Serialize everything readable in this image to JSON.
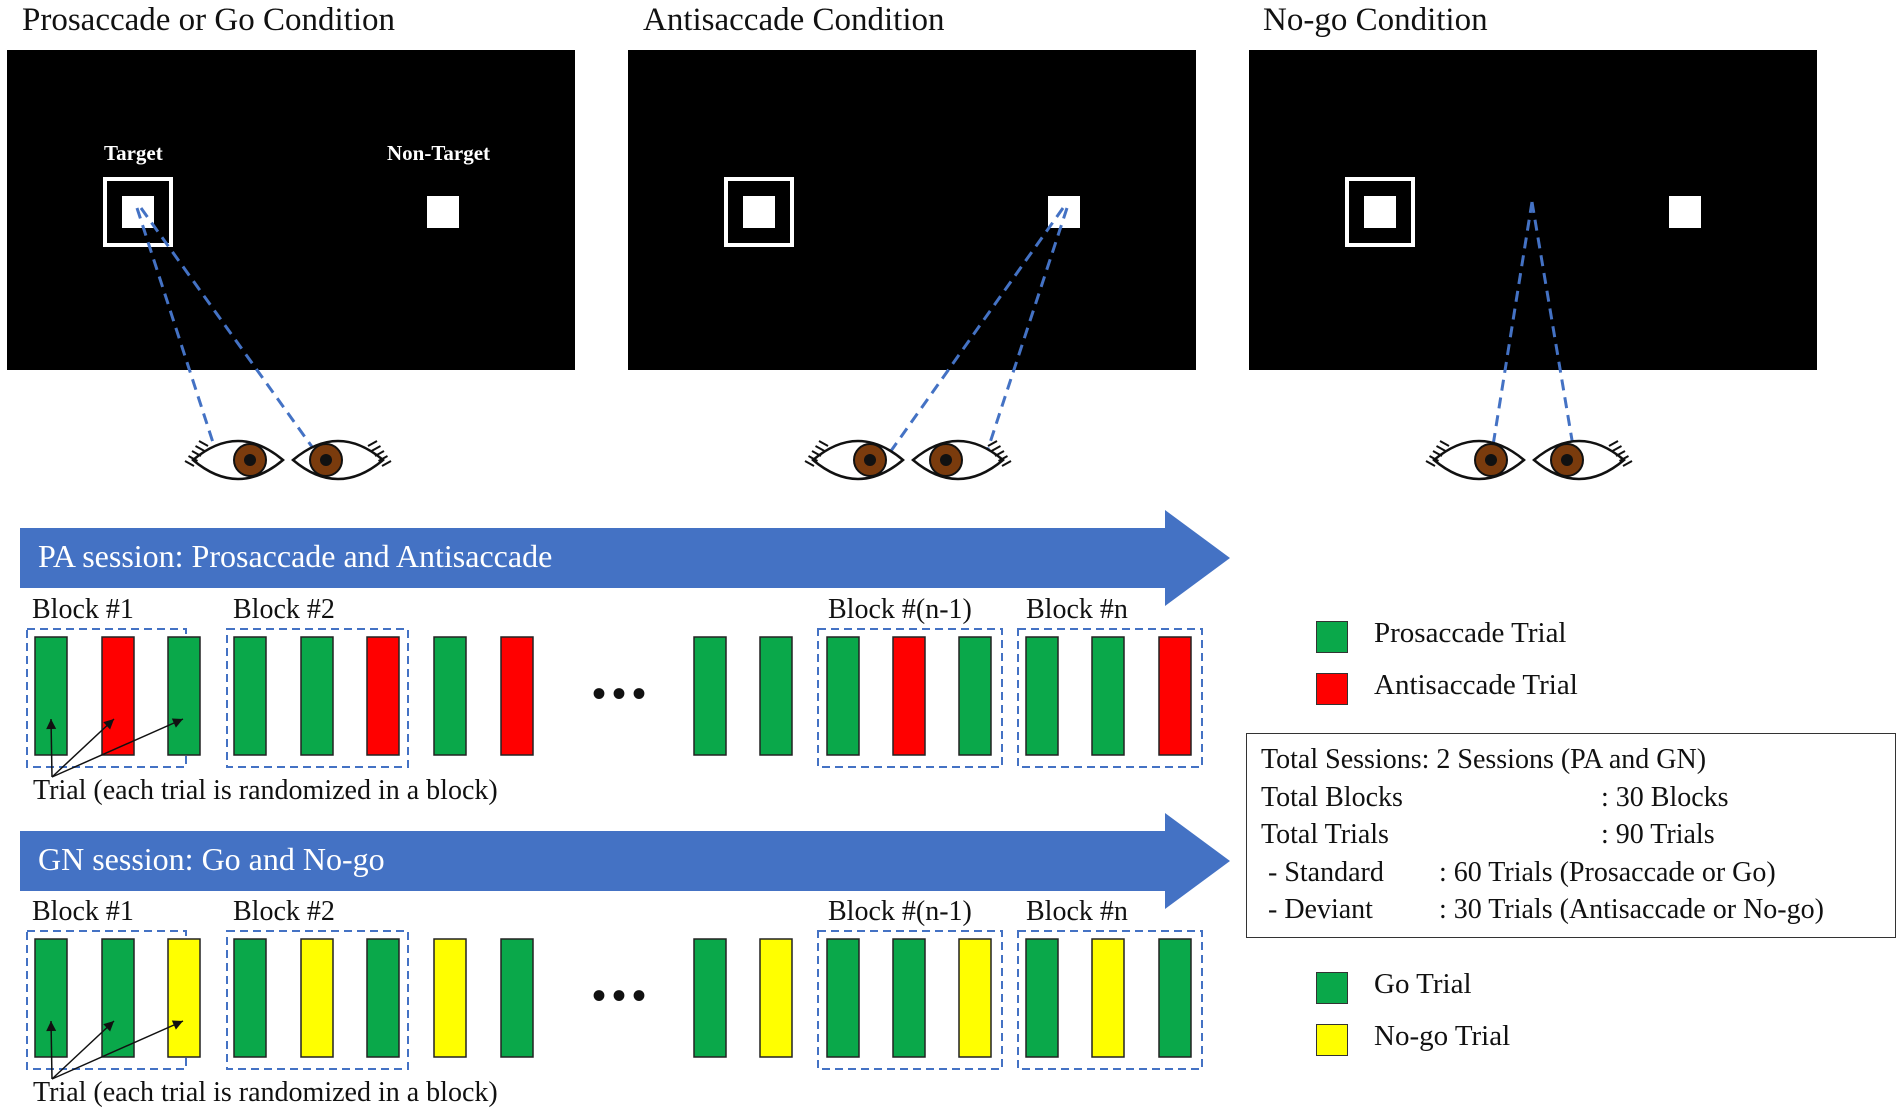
{
  "colors": {
    "go": "#0aa84a",
    "anti": "#ff0000",
    "nogo": "#ffff00",
    "arrow": "#4472c4",
    "gaze": "#4472c4",
    "iris": "#7a3b0d"
  },
  "conditions": [
    {
      "title": "Prosaccade or Go Condition",
      "target_label": "Target",
      "nontarget_label": "Non-Target"
    },
    {
      "title": "Antisaccade Condition"
    },
    {
      "title": "No-go Condition"
    }
  ],
  "pa_session": {
    "title": "PA session: Prosaccade and Antisaccade",
    "block_labels": [
      "Block #1",
      "Block #2",
      "Block #(n-1)",
      "Block #n"
    ],
    "trials": [
      "go",
      "anti",
      "go",
      "go",
      "go",
      "anti",
      "go",
      "anti",
      "go",
      "go",
      "go",
      "anti",
      "go",
      "go",
      "go",
      "anti"
    ],
    "ellipsis": "•••",
    "note": "Trial (each trial is randomized in a block)"
  },
  "gn_session": {
    "title": "GN session: Go and No-go",
    "block_labels": [
      "Block #1",
      "Block #2",
      "Block #(n-1)",
      "Block #n"
    ],
    "trials": [
      "go",
      "go",
      "nogo",
      "go",
      "nogo",
      "go",
      "nogo",
      "go",
      "go",
      "nogo",
      "go",
      "go",
      "nogo",
      "go",
      "nogo",
      "go"
    ],
    "ellipsis": "•••",
    "note": "Trial (each trial is randomized in a block)"
  },
  "legend_pa": [
    {
      "label": "Prosaccade Trial",
      "kind": "go"
    },
    {
      "label": "Antisaccade Trial",
      "kind": "anti"
    }
  ],
  "legend_gn": [
    {
      "label": "Go Trial",
      "kind": "go"
    },
    {
      "label": "No-go Trial",
      "kind": "nogo"
    }
  ],
  "summary": {
    "rows": [
      {
        "label": "Total Sessions: 2 Sessions (PA and GN)",
        "value": ""
      },
      {
        "label": "Total Blocks",
        "value": ": 30 Blocks"
      },
      {
        "label": "Total Trials",
        "value": ": 90 Trials"
      },
      {
        "label": " - Standard",
        "value": ": 60 Trials (Prosaccade or Go)"
      },
      {
        "label": " - Deviant",
        "value": ": 30 Trials (Antisaccade or No-go)"
      }
    ]
  }
}
